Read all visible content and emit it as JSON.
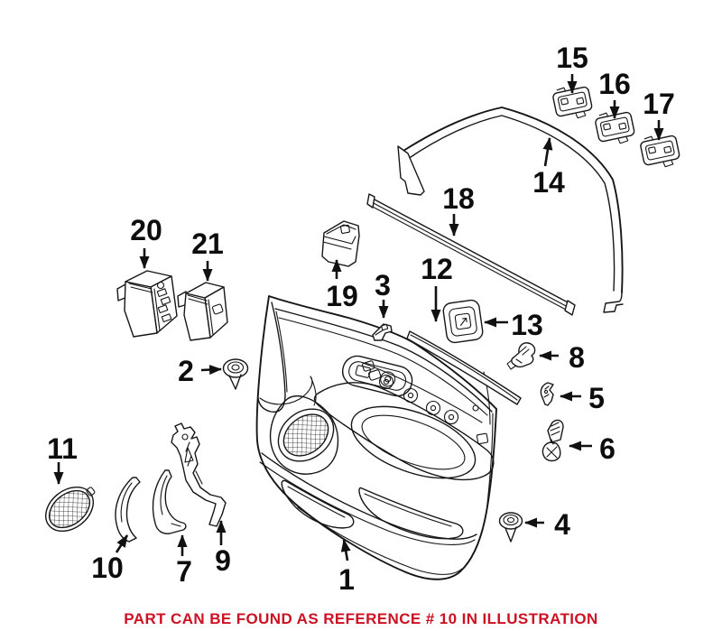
{
  "illustration": {
    "parts": [
      {
        "ref": "1"
      },
      {
        "ref": "2"
      },
      {
        "ref": "3"
      },
      {
        "ref": "4"
      },
      {
        "ref": "5"
      },
      {
        "ref": "6"
      },
      {
        "ref": "7"
      },
      {
        "ref": "8"
      },
      {
        "ref": "9"
      },
      {
        "ref": "10"
      },
      {
        "ref": "11"
      },
      {
        "ref": "12"
      },
      {
        "ref": "13"
      },
      {
        "ref": "14"
      },
      {
        "ref": "15"
      },
      {
        "ref": "16"
      },
      {
        "ref": "17"
      },
      {
        "ref": "18"
      },
      {
        "ref": "19"
      },
      {
        "ref": "20"
      },
      {
        "ref": "21"
      }
    ]
  },
  "footer": {
    "text": "PART CAN BE FOUND AS REFERENCE # 10 IN ILLUSTRATION",
    "color": "#cc1122"
  },
  "colors": {
    "line": "#161616",
    "background": "#ffffff"
  }
}
